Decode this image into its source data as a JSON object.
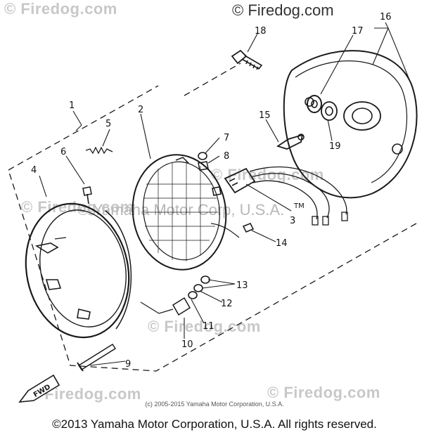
{
  "watermarks": {
    "top_right": "© Firedog.com",
    "repeat": "© Firedog.com",
    "center": "© Yamaha Motor Corp, U.S.A."
  },
  "callouts": [
    "1",
    "2",
    "3",
    "4",
    "5",
    "6",
    "7",
    "8",
    "9",
    "10",
    "11",
    "12",
    "13",
    "14",
    "15",
    "16",
    "17",
    "18",
    "19",
    "TM"
  ],
  "front_arrow_label": "FWD",
  "small_copyright": "(c) 2005-2015 Yamaha Motor Corporation, U.S.A.",
  "footer_copyright": "©2013 Yamaha Motor Corporation, U.S.A. All rights reserved."
}
